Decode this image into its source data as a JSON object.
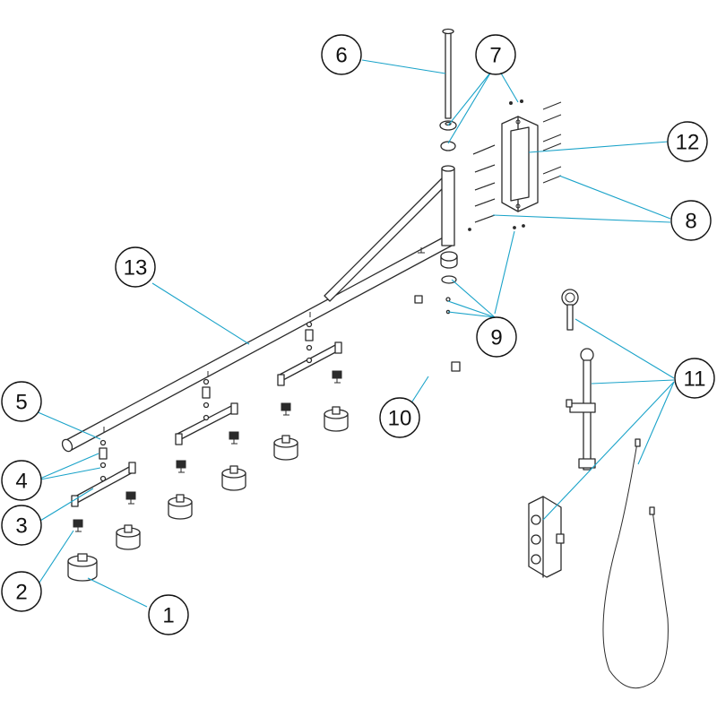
{
  "colors": {
    "leader": "#1aa3c9",
    "outline": "#2b2b2b",
    "background": "#ffffff"
  },
  "callouts": [
    {
      "label": "1"
    },
    {
      "label": "2"
    },
    {
      "label": "3"
    },
    {
      "label": "4"
    },
    {
      "label": "5"
    },
    {
      "label": "6"
    },
    {
      "label": "7"
    },
    {
      "label": "8"
    },
    {
      "label": "9"
    },
    {
      "label": "10"
    },
    {
      "label": "11"
    },
    {
      "label": "12"
    },
    {
      "label": "13"
    }
  ]
}
